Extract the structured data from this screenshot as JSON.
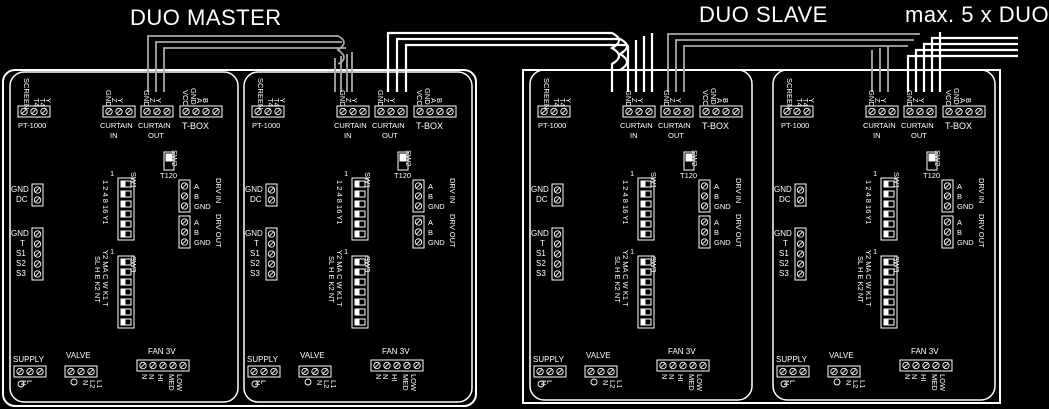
{
  "headings": {
    "master": "DUO MASTER",
    "slave": "DUO SLAVE",
    "max": "max. 5 x DUO"
  },
  "board": {
    "screen": "SCREEN",
    "t4": "T4",
    "pt1000": "PT-1000",
    "gnd": "GND",
    "z": "Z",
    "y": "Y",
    "curtain": "CURTAIN",
    "in": "IN",
    "out": "OUT",
    "vcc": "VCC",
    "a": "A",
    "b": "B",
    "tbox": "T-BOX",
    "sw2": "SW2",
    "t120": "T120",
    "sw1": "SW1",
    "sw1_nums": "1 2 4 8 16 Y1",
    "sw1_one": "1",
    "drv_in": "DRV IN",
    "drv_out": "DRV OUT",
    "dc": "DC",
    "t": "T",
    "s1": "S1",
    "s2": "S2",
    "s3": "S3",
    "sw3": "SW3",
    "sw3_line1": "Y2 MA C W K1 T",
    "sw3_line2": "SL H E K2 NT",
    "supply": "SUPPLY",
    "l": "L",
    "n": "N",
    "valve": "VALVE",
    "l1": "L1",
    "l2": "L2",
    "fan": "FAN 3V",
    "hi": "HI",
    "med": "MED",
    "low": "LOW"
  }
}
